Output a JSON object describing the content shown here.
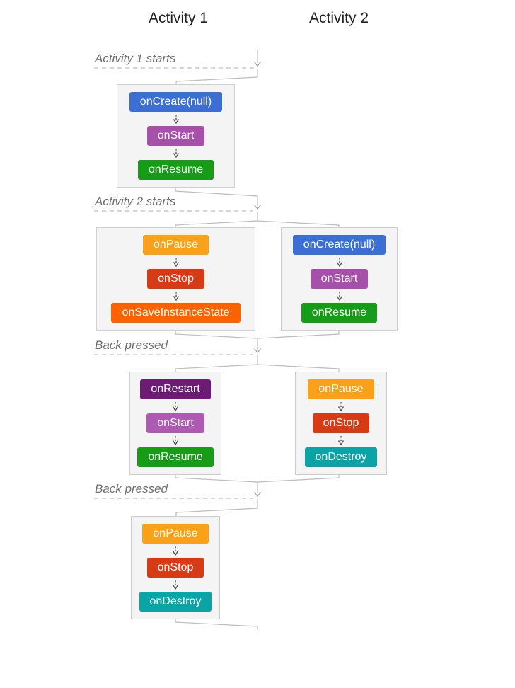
{
  "headers": [
    "Activity 1",
    "Activity 2"
  ],
  "event_labels": [
    "Activity 1 starts",
    "Activity 2 starts",
    "Back pressed",
    "Back pressed"
  ],
  "palette": {
    "onCreate": "#3c6fd4",
    "onStart": "#a750a9",
    "onStartLight": "#ae59b4",
    "onResume": "#169c16",
    "onPause": "#f9a11b",
    "onStop": "#d73b15",
    "onSaveInstanceState": "#f96400",
    "onRestart": "#6c1c74",
    "onDestroy": "#0ba4a6",
    "box_background": "#f4f4f4",
    "box_border": "#cfcfcf",
    "connector_gray": "#bdbdbd"
  },
  "lifecycle_groups": [
    {
      "column": "Activity 1",
      "stage": "Activity 1 starts",
      "methods": [
        {
          "label": "onCreate(null)",
          "color": "#3c6fd4"
        },
        {
          "label": "onStart",
          "color": "#a750a9"
        },
        {
          "label": "onResume",
          "color": "#169c16"
        }
      ]
    },
    {
      "column": "Activity 1",
      "stage": "Activity 2 starts",
      "methods": [
        {
          "label": "onPause",
          "color": "#f9a11b"
        },
        {
          "label": "onStop",
          "color": "#d73b15"
        },
        {
          "label": "onSaveInstanceState",
          "color": "#f96400"
        }
      ]
    },
    {
      "column": "Activity 2",
      "stage": "Activity 2 starts",
      "methods": [
        {
          "label": "onCreate(null)",
          "color": "#3c6fd4"
        },
        {
          "label": "onStart",
          "color": "#a750a9"
        },
        {
          "label": "onResume",
          "color": "#169c16"
        }
      ]
    },
    {
      "column": "Activity 1",
      "stage": "Back pressed",
      "methods": [
        {
          "label": "onRestart",
          "color": "#6c1c74"
        },
        {
          "label": "onStart",
          "color": "#ae59b4"
        },
        {
          "label": "onResume",
          "color": "#169c16"
        }
      ]
    },
    {
      "column": "Activity 2",
      "stage": "Back pressed",
      "methods": [
        {
          "label": "onPause",
          "color": "#f9a11b"
        },
        {
          "label": "onStop",
          "color": "#d73b15"
        },
        {
          "label": "onDestroy",
          "color": "#0ba4a6"
        }
      ]
    },
    {
      "column": "Activity 1",
      "stage": "Back pressed",
      "methods": [
        {
          "label": "onPause",
          "color": "#f9a11b"
        },
        {
          "label": "onStop",
          "color": "#d73b15"
        },
        {
          "label": "onDestroy",
          "color": "#0ba4a6"
        }
      ]
    }
  ]
}
